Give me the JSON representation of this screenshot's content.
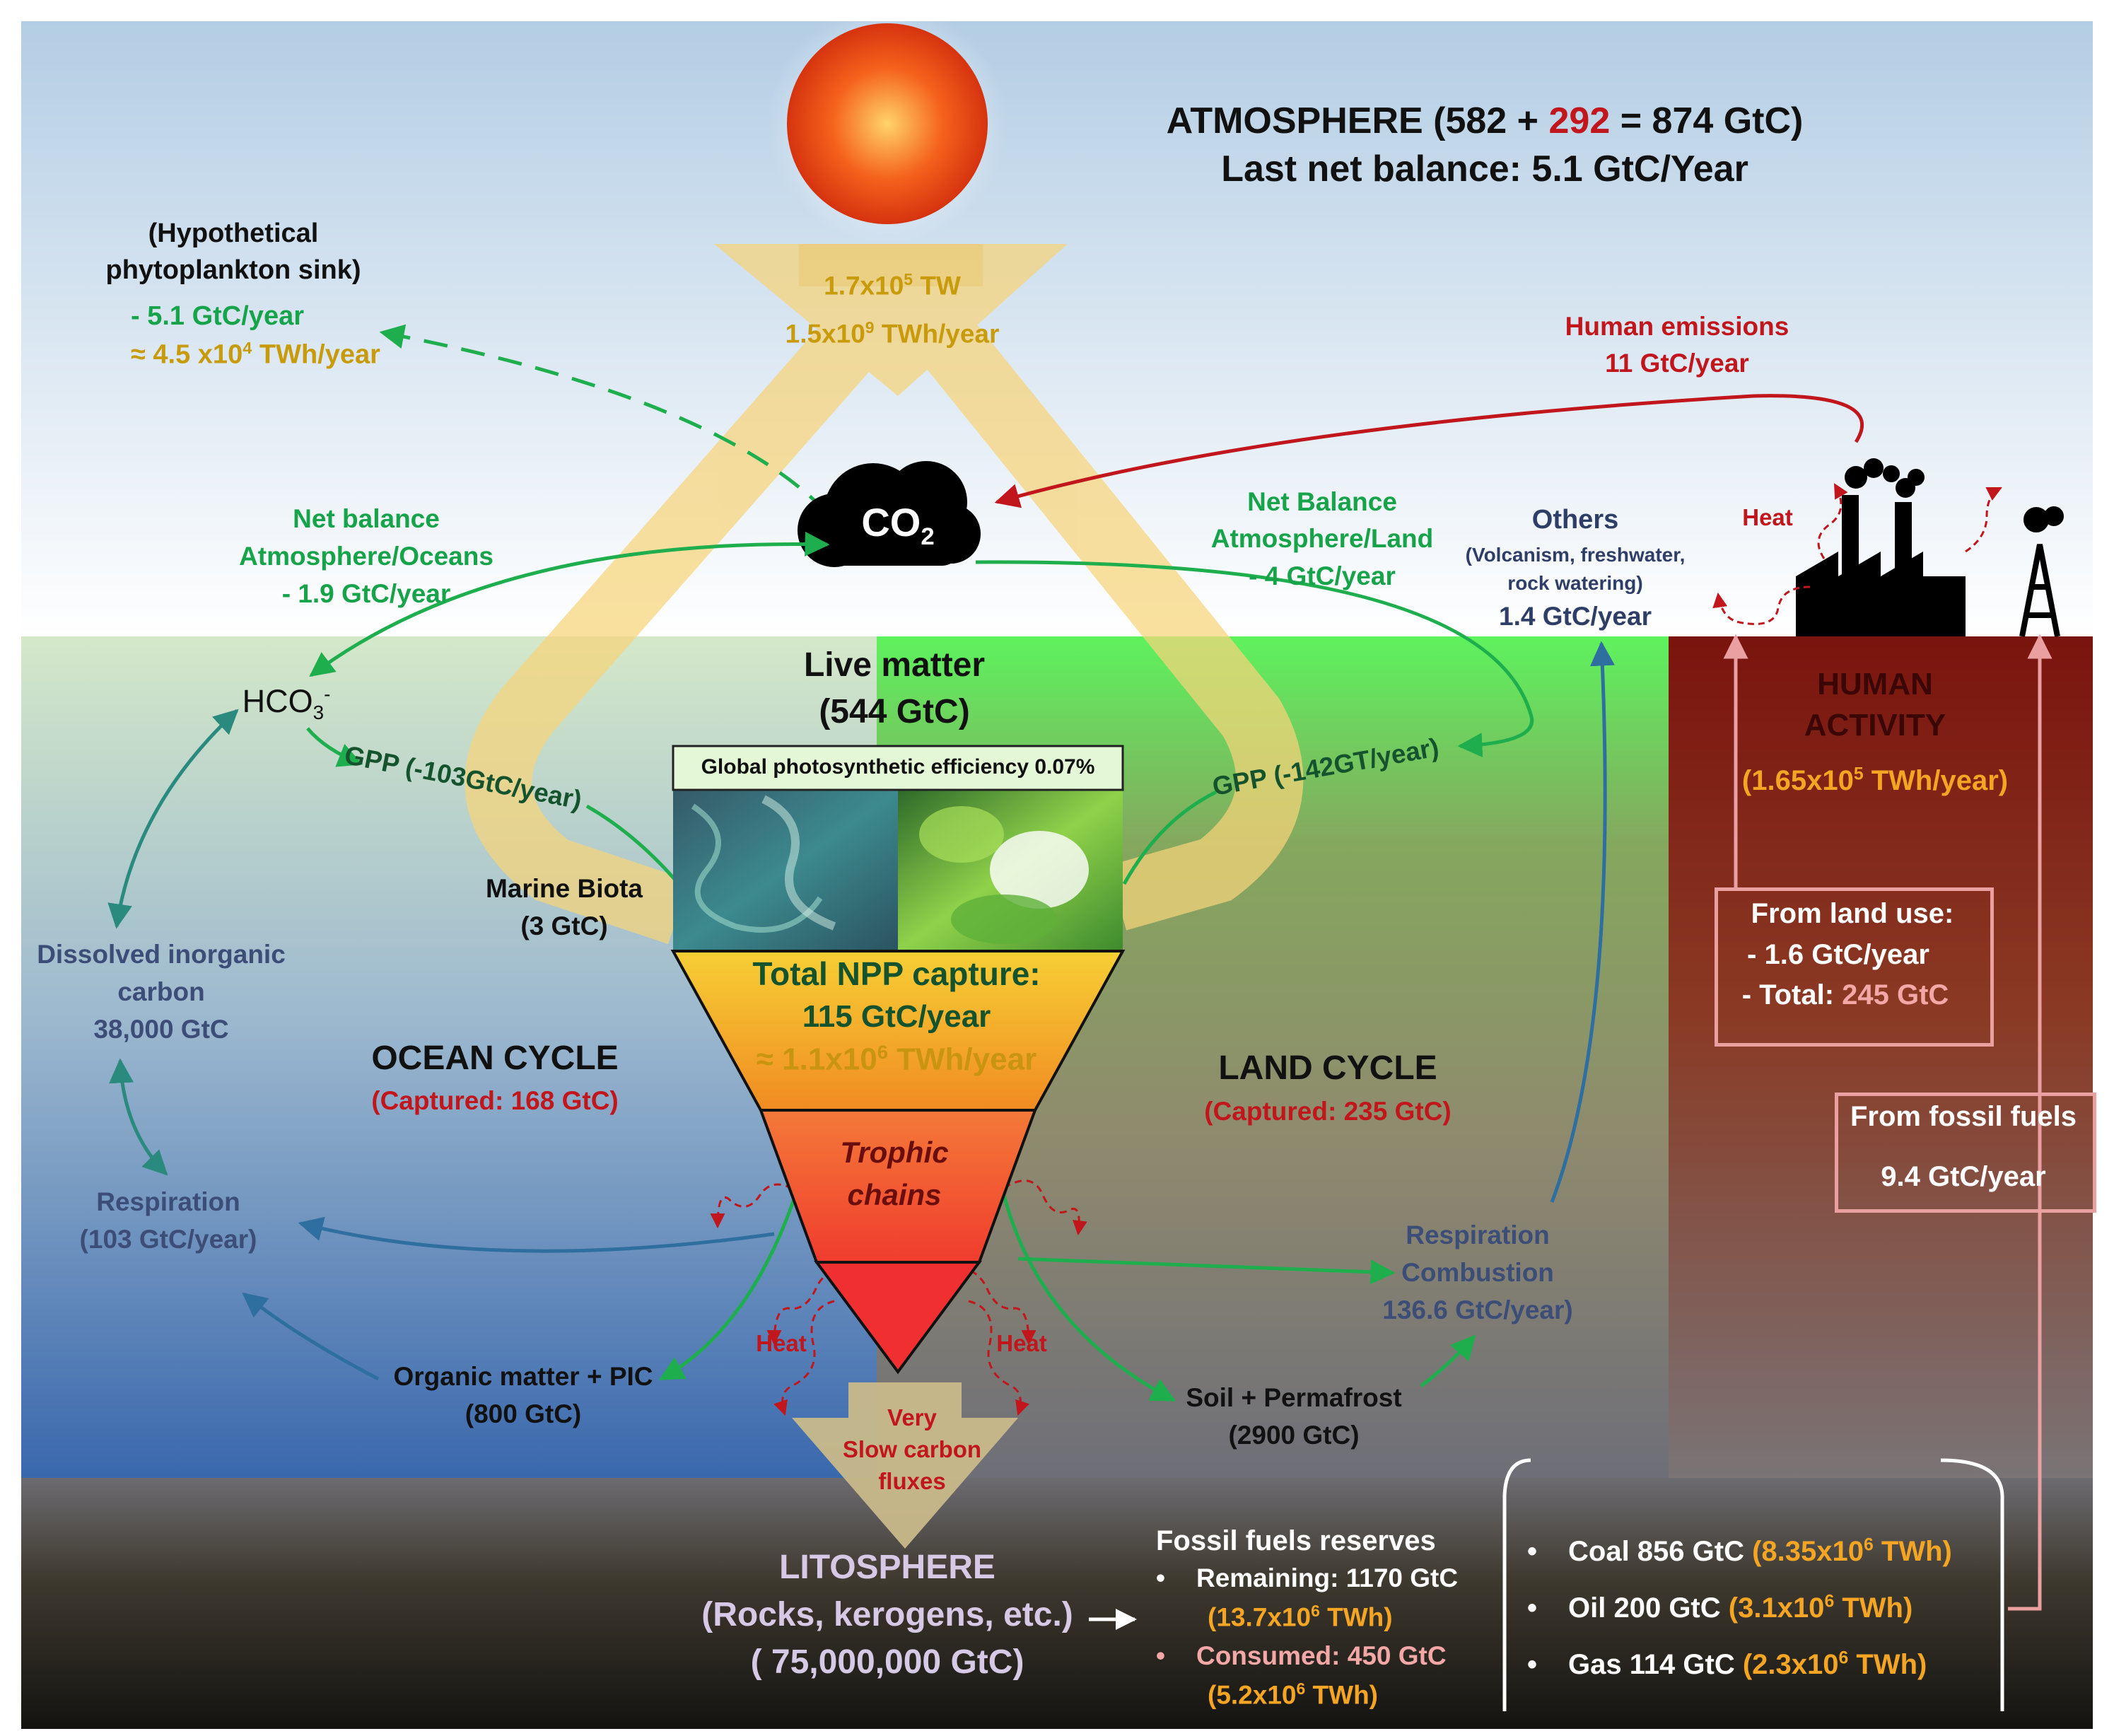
{
  "atmosphere": {
    "title_pre": "ATMOSPHERE (582 + ",
    "title_red": "292",
    "title_post": " = 874 GtC)",
    "net_balance": "Last net balance: 5.1 GtC/Year"
  },
  "sun_flux": {
    "power_base": "1.7x10",
    "power_exp": "5",
    "power_unit": " TW",
    "energy_base": "1.5x10",
    "energy_exp": "9",
    "energy_unit": " TWh/year"
  },
  "phyto_sink": {
    "title1": "(Hypothetical",
    "title2": "phytoplankton sink)",
    "flux": "- 5.1 GtC/year",
    "energy_base": "≈ 4.5 x10",
    "energy_exp": "4",
    "energy_unit": " TWh/year"
  },
  "co2": {
    "base": "CO",
    "sub": "2"
  },
  "human_emissions": {
    "title": "Human emissions",
    "value": "11  GtC/year"
  },
  "ocean_balance": {
    "l1": "Net balance",
    "l2": "Atmosphere/Oceans",
    "l3": "- 1.9 GtC/year"
  },
  "land_balance": {
    "l1": "Net Balance",
    "l2": "Atmosphere/Land",
    "l3": "- 4 GtC/year"
  },
  "others": {
    "title": "Others",
    "l2": "(Volcanism, freshwater,",
    "l3": "rock watering)",
    "value": "1.4 GtC/year"
  },
  "heat_factory": "Heat",
  "hco3": {
    "base": "HCO",
    "sub": "3",
    "sup": "-"
  },
  "gpp_ocean": "GPP (-103GtC/year)",
  "gpp_land": "GPP (-142GT/year)",
  "live_matter": {
    "l1": "Live matter",
    "l2": "(544 GtC)"
  },
  "efficiency": "Global photosynthetic efficiency 0.07%",
  "marine_biota": {
    "l1": "Marine Biota",
    "l2": "(3 GtC)"
  },
  "npp": {
    "l1": "Total NPP capture:",
    "l2": "115 GtC/year",
    "l3_base": "≈ 1.1x10",
    "l3_exp": "6",
    "l3_unit": " TWh/year"
  },
  "trophic": {
    "l1": "Trophic",
    "l2": "chains"
  },
  "heat_left": "Heat",
  "heat_right": "Heat",
  "dissolved": {
    "l1": "Dissolved inorganic",
    "l2": "carbon",
    "l3": "38,000 GtC"
  },
  "ocean_cycle": {
    "title": "OCEAN CYCLE",
    "captured": "(Captured: 168 GtC)"
  },
  "land_cycle": {
    "title": "LAND CYCLE",
    "captured": "(Captured: 235 GtC)"
  },
  "respiration_ocean": {
    "l1": "Respiration",
    "l2": "(103  GtC/year)"
  },
  "organic_matter": {
    "l1": "Organic matter + PIC",
    "l2": "(800 GtC)"
  },
  "respiration_land": {
    "l1": "Respiration",
    "l2": "Combustion",
    "l3": "136.6 GtC/year)"
  },
  "soil": {
    "l1": "Soil + Permafrost",
    "l2": "(2900 GtC)"
  },
  "slow_fluxes": {
    "l1": "Very",
    "l2": "Slow carbon",
    "l3": "fluxes"
  },
  "lithosphere": {
    "l1": "LITOSPHERE",
    "l2": "(Rocks, kerogens, etc.)",
    "l3": "( 75,000,000 GtC)"
  },
  "fossil_reserves": {
    "title": "Fossil fuels reserves",
    "remaining": "Remaining: 1170 GtC",
    "remaining_energy_base": "(13.7x10",
    "remaining_energy_exp": "6",
    "remaining_energy_unit": " TWh)",
    "consumed": "Consumed: 450 GtC",
    "consumed_energy_base": "(5.2x10",
    "consumed_energy_exp": "6",
    "consumed_energy_unit": " TWh)"
  },
  "fuels": [
    {
      "label": "Coal  856 GtC ",
      "energy_base": "(8.35x10",
      "energy_exp": "6",
      "energy_unit": " TWh)"
    },
    {
      "label": "Oil 200 GtC ",
      "energy_base": "(3.1x10",
      "energy_exp": "6",
      "energy_unit": " TWh)"
    },
    {
      "label": "Gas 114 GtC  ",
      "energy_base": "(2.3x10",
      "energy_exp": "6",
      "energy_unit": " TWh)"
    }
  ],
  "human_activity": {
    "l1": "HUMAN",
    "l2": "ACTIVITY",
    "energy_base": "(1.65x10",
    "energy_exp": "5",
    "energy_unit": " TWh/year)"
  },
  "land_use": {
    "title": "From land use:",
    "flux": "- 1.6 GtC/year",
    "total_pre": "- Total: ",
    "total_val": "245 GtC"
  },
  "fossil_fuels_flux": {
    "title": "From fossil fuels",
    "value": "9.4 GtC/year"
  },
  "colors": {
    "sky_top": "#b9d2e6",
    "ocean_bottom": "#3466ad",
    "land_top": "#6cf06c",
    "human_zone": "#8a1c12",
    "flow_green": "#1fae4e",
    "flow_blue": "#2f6f9f",
    "emission_red": "#c0161c",
    "energy_yellow": "#f7d47a"
  }
}
